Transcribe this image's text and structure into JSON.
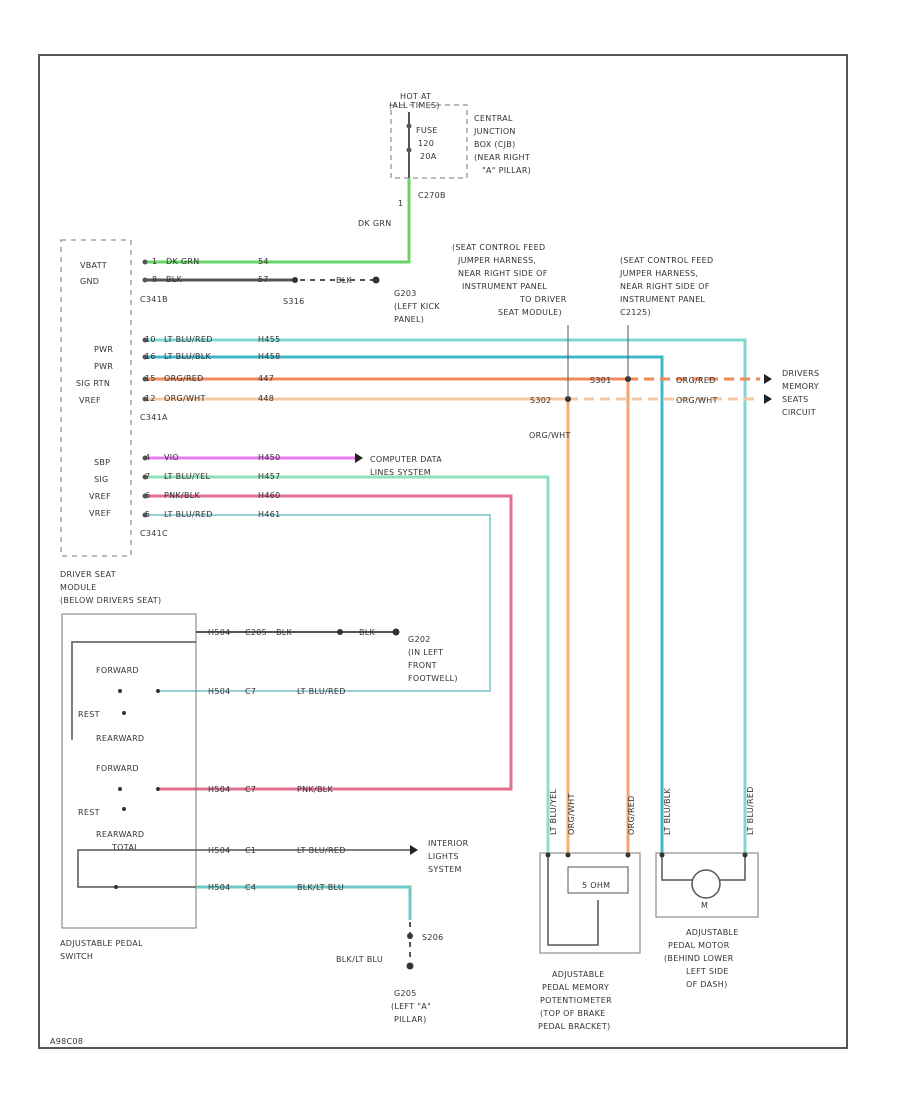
{
  "diagram": {
    "fuse": {
      "hot_at": "HOT AT",
      "panel": "(ALL TIMES)",
      "fuse_label": "FUSE",
      "fuse_number": "120",
      "fuse_amps": "20A",
      "cjb_label": [
        "CENTRAL",
        "JUNCTION",
        "BOX (CJB)",
        "(NEAR RIGHT",
        "\"A\" PILLAR)"
      ],
      "connector": "C270B",
      "pin": "1",
      "wire_color": "DK GRN"
    },
    "jumper_left": [
      "(SEAT CONTROL FEED",
      "JUMPER HARNESS,",
      "NEAR RIGHT SIDE OF",
      "INSTRUMENT PANEL",
      "TO DRIVER",
      "SEAT MODULE)"
    ],
    "jumper_right": [
      "(SEAT CONTROL FEED",
      "JUMPER HARNESS,",
      "NEAR RIGHT SIDE OF",
      "INSTRUMENT PANEL",
      "C2125)"
    ],
    "module": {
      "title": [
        "DRIVER SEAT",
        "MODULE",
        "(BELOW DRIVERS SEAT)"
      ],
      "pins_top": [
        "VBATT",
        "GND"
      ],
      "conn_a": "C341B",
      "pins_mid": [
        "PWR",
        "PWR",
        "SIG RTN",
        "VREF"
      ],
      "conn_b": "C341A",
      "pins_bot": [
        "SBP",
        "SIG",
        "VREF",
        "VREF"
      ],
      "conn_c": "C341C"
    },
    "wires": {
      "vbatt": {
        "pin": "1",
        "color": "DK GRN",
        "circuit": "54"
      },
      "gnd": {
        "pin": "8",
        "color": "BLK",
        "circuit": "57"
      },
      "gnd_splice": "S316",
      "gnd_wire": "BLK",
      "ground_g203": [
        "G203",
        "(LEFT KICK",
        "PANEL)"
      ],
      "pwr1": {
        "pin": "10",
        "color": "LT BLU/RED",
        "circuit": "H455"
      },
      "pwr2": {
        "pin": "16",
        "color": "LT BLU/BLK",
        "circuit": "H458"
      },
      "sigrtn": {
        "pin": "15",
        "color": "ORG/RED",
        "circuit": "447"
      },
      "vref": {
        "pin": "12",
        "color": "ORG/WHT",
        "circuit": "448"
      },
      "splice_s301": "S301",
      "splice_s302": "S302",
      "orgwht_label": "ORG/WHT",
      "right_org_red": "ORG/RED",
      "right_org_wht": "ORG/WHT",
      "memory_circuit": [
        "DRIVERS",
        "MEMORY",
        "SEATS",
        "CIRCUIT"
      ],
      "sbp": {
        "pin": "4",
        "color": "VIO",
        "circuit": "H450"
      },
      "computer_data": [
        "COMPUTER DATA",
        "LINES SYSTEM"
      ],
      "sig": {
        "pin": "7",
        "color": "LT BLU/YEL",
        "circuit": "H457"
      },
      "vref1": {
        "pin": "6",
        "color": "PNK/BLK",
        "circuit": "H460"
      },
      "vref2": {
        "pin": "5",
        "color": "LT BLU/RED",
        "circuit": "H461"
      }
    },
    "switch": {
      "title": [
        "ADJUSTABLE PEDAL",
        "SWITCH"
      ],
      "forward1": "FORWARD",
      "rest1": "REST",
      "rearward1": "REARWARD",
      "forward2": "FORWARD",
      "rest2": "REST",
      "rearward2": "REARWARD",
      "total": "TOTAL",
      "ground_conn": "H504",
      "ground_color": "BLK",
      "ground_pin": "C205",
      "ground_wire2": "BLK",
      "ground_g202": [
        "G202",
        "(IN LEFT",
        "FRONT",
        "FOOTWELL)"
      ],
      "row1": {
        "conn": "H504",
        "pin": "C7",
        "color": "LT BLU/RED"
      },
      "row2": {
        "conn": "H504",
        "pin": "C7",
        "color": "PNK/BLK"
      },
      "row3": {
        "conn": "H504",
        "pin": "C1",
        "color": "LT BLU/RED"
      },
      "row4": {
        "conn": "H504",
        "pin": "C4",
        "color": "BLK/LT BLU"
      },
      "interior_lights": [
        "INTERIOR",
        "LIGHTS",
        "SYSTEM"
      ],
      "splice_s206": "S206",
      "blk_lt_blu": "BLK/LT BLU",
      "g205": [
        "G205",
        "(LEFT \"A\"",
        "PILLAR)"
      ]
    },
    "potentiometer": {
      "title": [
        "ADJUSTABLE",
        "PEDAL MEMORY",
        "POTENTIOMETER",
        "(TOP OF BRAKE",
        "PEDAL BRACKET)"
      ],
      "wire_labels": [
        "LT BLU/YEL",
        "ORG/WHT",
        "ORG/RED"
      ],
      "inner": "5 OHM"
    },
    "motor": {
      "title": [
        "ADJUSTABLE",
        "PEDAL MOTOR",
        "(BEHIND LOWER",
        "LEFT SIDE",
        "OF DASH)"
      ],
      "wire_labels": [
        "LT BLU/BLK",
        "LT BLU/RED"
      ],
      "inner": "M"
    },
    "footer_code": "A98C08"
  }
}
